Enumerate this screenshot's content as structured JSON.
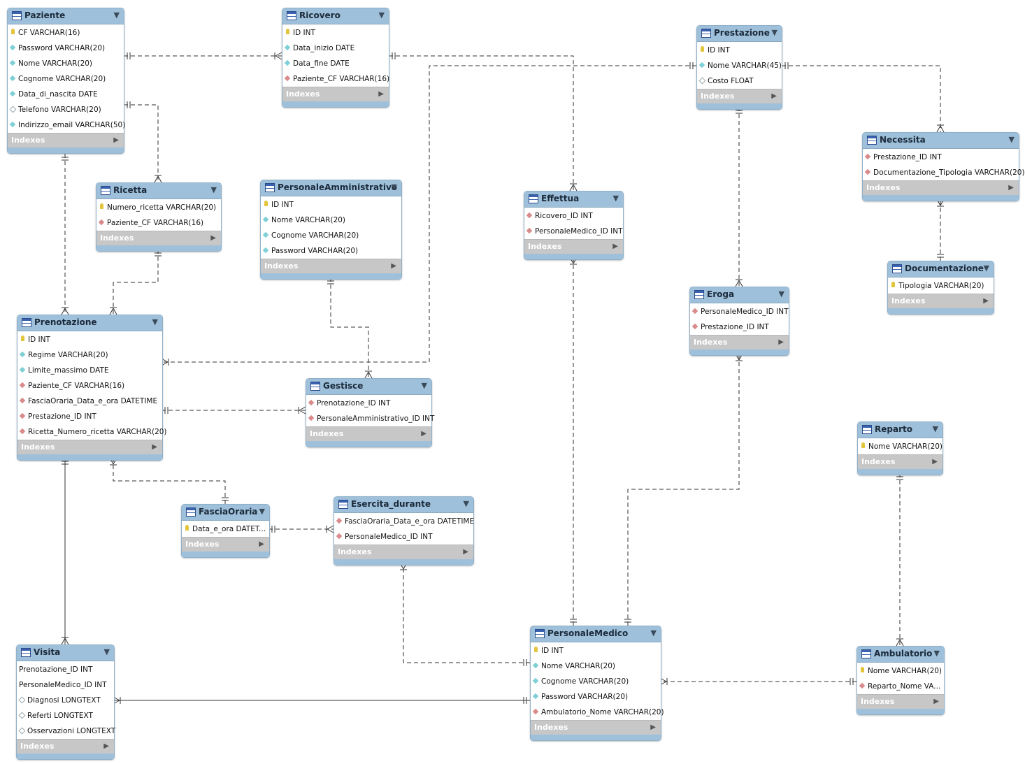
{
  "index_label": "Indexes",
  "tables": [
    {
      "id": "paziente",
      "name": "Paziente",
      "columns": [
        {
          "text": "CF VARCHAR(16)",
          "key": "pk"
        },
        {
          "text": "Password VARCHAR(20)",
          "key": "nn"
        },
        {
          "text": "Nome VARCHAR(20)",
          "key": "nn"
        },
        {
          "text": "Cognome VARCHAR(20)",
          "key": "nn"
        },
        {
          "text": "Data_di_nascita DATE",
          "key": "nn"
        },
        {
          "text": "Telefono VARCHAR(20)",
          "key": "null"
        },
        {
          "text": "Indirizzo_email VARCHAR(50)",
          "key": "nn"
        }
      ]
    },
    {
      "id": "ricovero",
      "name": "Ricovero",
      "columns": [
        {
          "text": "ID INT",
          "key": "pk"
        },
        {
          "text": "Data_inizio DATE",
          "key": "nn"
        },
        {
          "text": "Data_fine DATE",
          "key": "nn"
        },
        {
          "text": "Paziente_CF VARCHAR(16)",
          "key": "fk"
        }
      ]
    },
    {
      "id": "prestazione",
      "name": "Prestazione",
      "columns": [
        {
          "text": "ID INT",
          "key": "pk"
        },
        {
          "text": "Nome VARCHAR(45)",
          "key": "nn"
        },
        {
          "text": "Costo FLOAT",
          "key": "null"
        }
      ]
    },
    {
      "id": "necessita",
      "name": "Necessita",
      "columns": [
        {
          "text": "Prestazione_ID INT",
          "key": "fk"
        },
        {
          "text": "Documentazione_Tipologia VARCHAR(20)",
          "key": "fk"
        }
      ]
    },
    {
      "id": "ricetta",
      "name": "Ricetta",
      "columns": [
        {
          "text": "Numero_ricetta VARCHAR(20)",
          "key": "pk"
        },
        {
          "text": "Paziente_CF VARCHAR(16)",
          "key": "fk"
        }
      ]
    },
    {
      "id": "personaleamm",
      "name": "PersonaleAmministrativo",
      "columns": [
        {
          "text": "ID INT",
          "key": "pk"
        },
        {
          "text": "Nome VARCHAR(20)",
          "key": "nn"
        },
        {
          "text": "Cognome VARCHAR(20)",
          "key": "nn"
        },
        {
          "text": "Password VARCHAR(20)",
          "key": "nn"
        }
      ]
    },
    {
      "id": "effettua",
      "name": "Effettua",
      "columns": [
        {
          "text": "Ricovero_ID INT",
          "key": "fk"
        },
        {
          "text": "PersonaleMedico_ID INT",
          "key": "fk"
        }
      ]
    },
    {
      "id": "documentazione",
      "name": "Documentazione",
      "columns": [
        {
          "text": "Tipologia VARCHAR(20)",
          "key": "pk"
        }
      ]
    },
    {
      "id": "eroga",
      "name": "Eroga",
      "columns": [
        {
          "text": "PersonaleMedico_ID INT",
          "key": "fk"
        },
        {
          "text": "Prestazione_ID INT",
          "key": "fk"
        }
      ]
    },
    {
      "id": "prenotazione",
      "name": "Prenotazione",
      "columns": [
        {
          "text": "ID INT",
          "key": "pk"
        },
        {
          "text": "Regime VARCHAR(20)",
          "key": "nn"
        },
        {
          "text": "Limite_massimo DATE",
          "key": "nn"
        },
        {
          "text": "Paziente_CF VARCHAR(16)",
          "key": "fk"
        },
        {
          "text": "FasciaOraria_Data_e_ora DATETIME",
          "key": "fk"
        },
        {
          "text": "Prestazione_ID INT",
          "key": "fk"
        },
        {
          "text": "Ricetta_Numero_ricetta VARCHAR(20)",
          "key": "fk"
        }
      ]
    },
    {
      "id": "gestisce",
      "name": "Gestisce",
      "columns": [
        {
          "text": "Prenotazione_ID INT",
          "key": "fk"
        },
        {
          "text": "PersonaleAmministrativo_ID INT",
          "key": "fk"
        }
      ]
    },
    {
      "id": "reparto",
      "name": "Reparto",
      "columns": [
        {
          "text": "Nome VARCHAR(20)",
          "key": "pk"
        }
      ]
    },
    {
      "id": "fasciaoraria",
      "name": "FasciaOraria",
      "columns": [
        {
          "text": "Data_e_ora DATET...",
          "key": "pk"
        }
      ]
    },
    {
      "id": "esercita",
      "name": "Esercita_durante",
      "columns": [
        {
          "text": "FasciaOraria_Data_e_ora DATETIME",
          "key": "fk"
        },
        {
          "text": "PersonaleMedico_ID INT",
          "key": "fk"
        }
      ]
    },
    {
      "id": "visita",
      "name": "Visita",
      "columns": [
        {
          "text": "Prenotazione_ID INT",
          "key": "none"
        },
        {
          "text": "PersonaleMedico_ID INT",
          "key": "none"
        },
        {
          "text": "Diagnosi LONGTEXT",
          "key": "null"
        },
        {
          "text": "Referti LONGTEXT",
          "key": "null"
        },
        {
          "text": "Osservazioni LONGTEXT",
          "key": "null"
        }
      ]
    },
    {
      "id": "personalemedico",
      "name": "PersonaleMedico",
      "columns": [
        {
          "text": "ID INT",
          "key": "pk"
        },
        {
          "text": "Nome VARCHAR(20)",
          "key": "nn"
        },
        {
          "text": "Cognome VARCHAR(20)",
          "key": "nn"
        },
        {
          "text": "Password VARCHAR(20)",
          "key": "nn"
        },
        {
          "text": "Ambulatorio_Nome VARCHAR(20)",
          "key": "fk"
        }
      ]
    },
    {
      "id": "ambulatorio",
      "name": "Ambulatorio",
      "columns": [
        {
          "text": "Nome VARCHAR(20)",
          "key": "pk"
        },
        {
          "text": "Reparto_Nome VA...",
          "key": "fk"
        }
      ]
    }
  ],
  "relationships": [
    {
      "from": "Paziente",
      "to": "Ricovero",
      "identifying": false
    },
    {
      "from": "Paziente",
      "to": "Ricetta",
      "identifying": false
    },
    {
      "from": "Paziente",
      "to": "Prenotazione",
      "identifying": false
    },
    {
      "from": "Ricovero",
      "to": "Effettua",
      "identifying": false
    },
    {
      "from": "Prestazione",
      "to": "Prenotazione",
      "identifying": false
    },
    {
      "from": "Prestazione",
      "to": "Necessita",
      "identifying": false
    },
    {
      "from": "Prestazione",
      "to": "Eroga",
      "identifying": false
    },
    {
      "from": "Documentazione",
      "to": "Necessita",
      "identifying": false
    },
    {
      "from": "Ricetta",
      "to": "Prenotazione",
      "identifying": false
    },
    {
      "from": "PersonaleAmministrativo",
      "to": "Gestisce",
      "identifying": false
    },
    {
      "from": "Prenotazione",
      "to": "Gestisce",
      "identifying": false
    },
    {
      "from": "FasciaOraria",
      "to": "Prenotazione",
      "identifying": false
    },
    {
      "from": "FasciaOraria",
      "to": "Esercita_durante",
      "identifying": false
    },
    {
      "from": "Prenotazione",
      "to": "Visita",
      "identifying": true
    },
    {
      "from": "PersonaleMedico",
      "to": "Visita",
      "identifying": true
    },
    {
      "from": "PersonaleMedico",
      "to": "Effettua",
      "identifying": false
    },
    {
      "from": "PersonaleMedico",
      "to": "Eroga",
      "identifying": false
    },
    {
      "from": "PersonaleMedico",
      "to": "Esercita_durante",
      "identifying": false
    },
    {
      "from": "Ambulatorio",
      "to": "PersonaleMedico",
      "identifying": false
    },
    {
      "from": "Reparto",
      "to": "Ambulatorio",
      "identifying": false
    }
  ]
}
